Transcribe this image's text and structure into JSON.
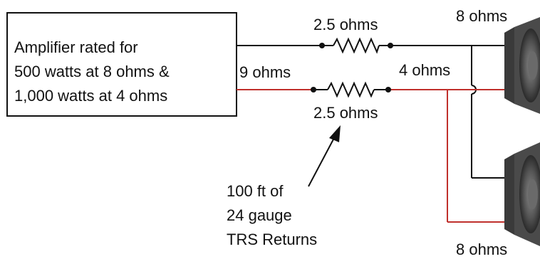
{
  "amplifier": {
    "line1": "Amplifier rated for",
    "line2": "500 watts at 8 ohms &",
    "line3": "1,000 watts at 4 ohms"
  },
  "labels": {
    "top_resistor": "2.5 ohms",
    "bottom_resistor": "2.5 ohms",
    "total_load": "9 ohms",
    "speakers_parallel": "4 ohms",
    "speaker_top": "8 ohms",
    "speaker_bottom": "8 ohms"
  },
  "annotation": {
    "line1": "100 ft of",
    "line2": "24 gauge",
    "line3": "TRS Returns"
  },
  "colors": {
    "signal_wire": "#111111",
    "return_wire": "#c0302c",
    "speaker_body": "#4a4a4a"
  }
}
